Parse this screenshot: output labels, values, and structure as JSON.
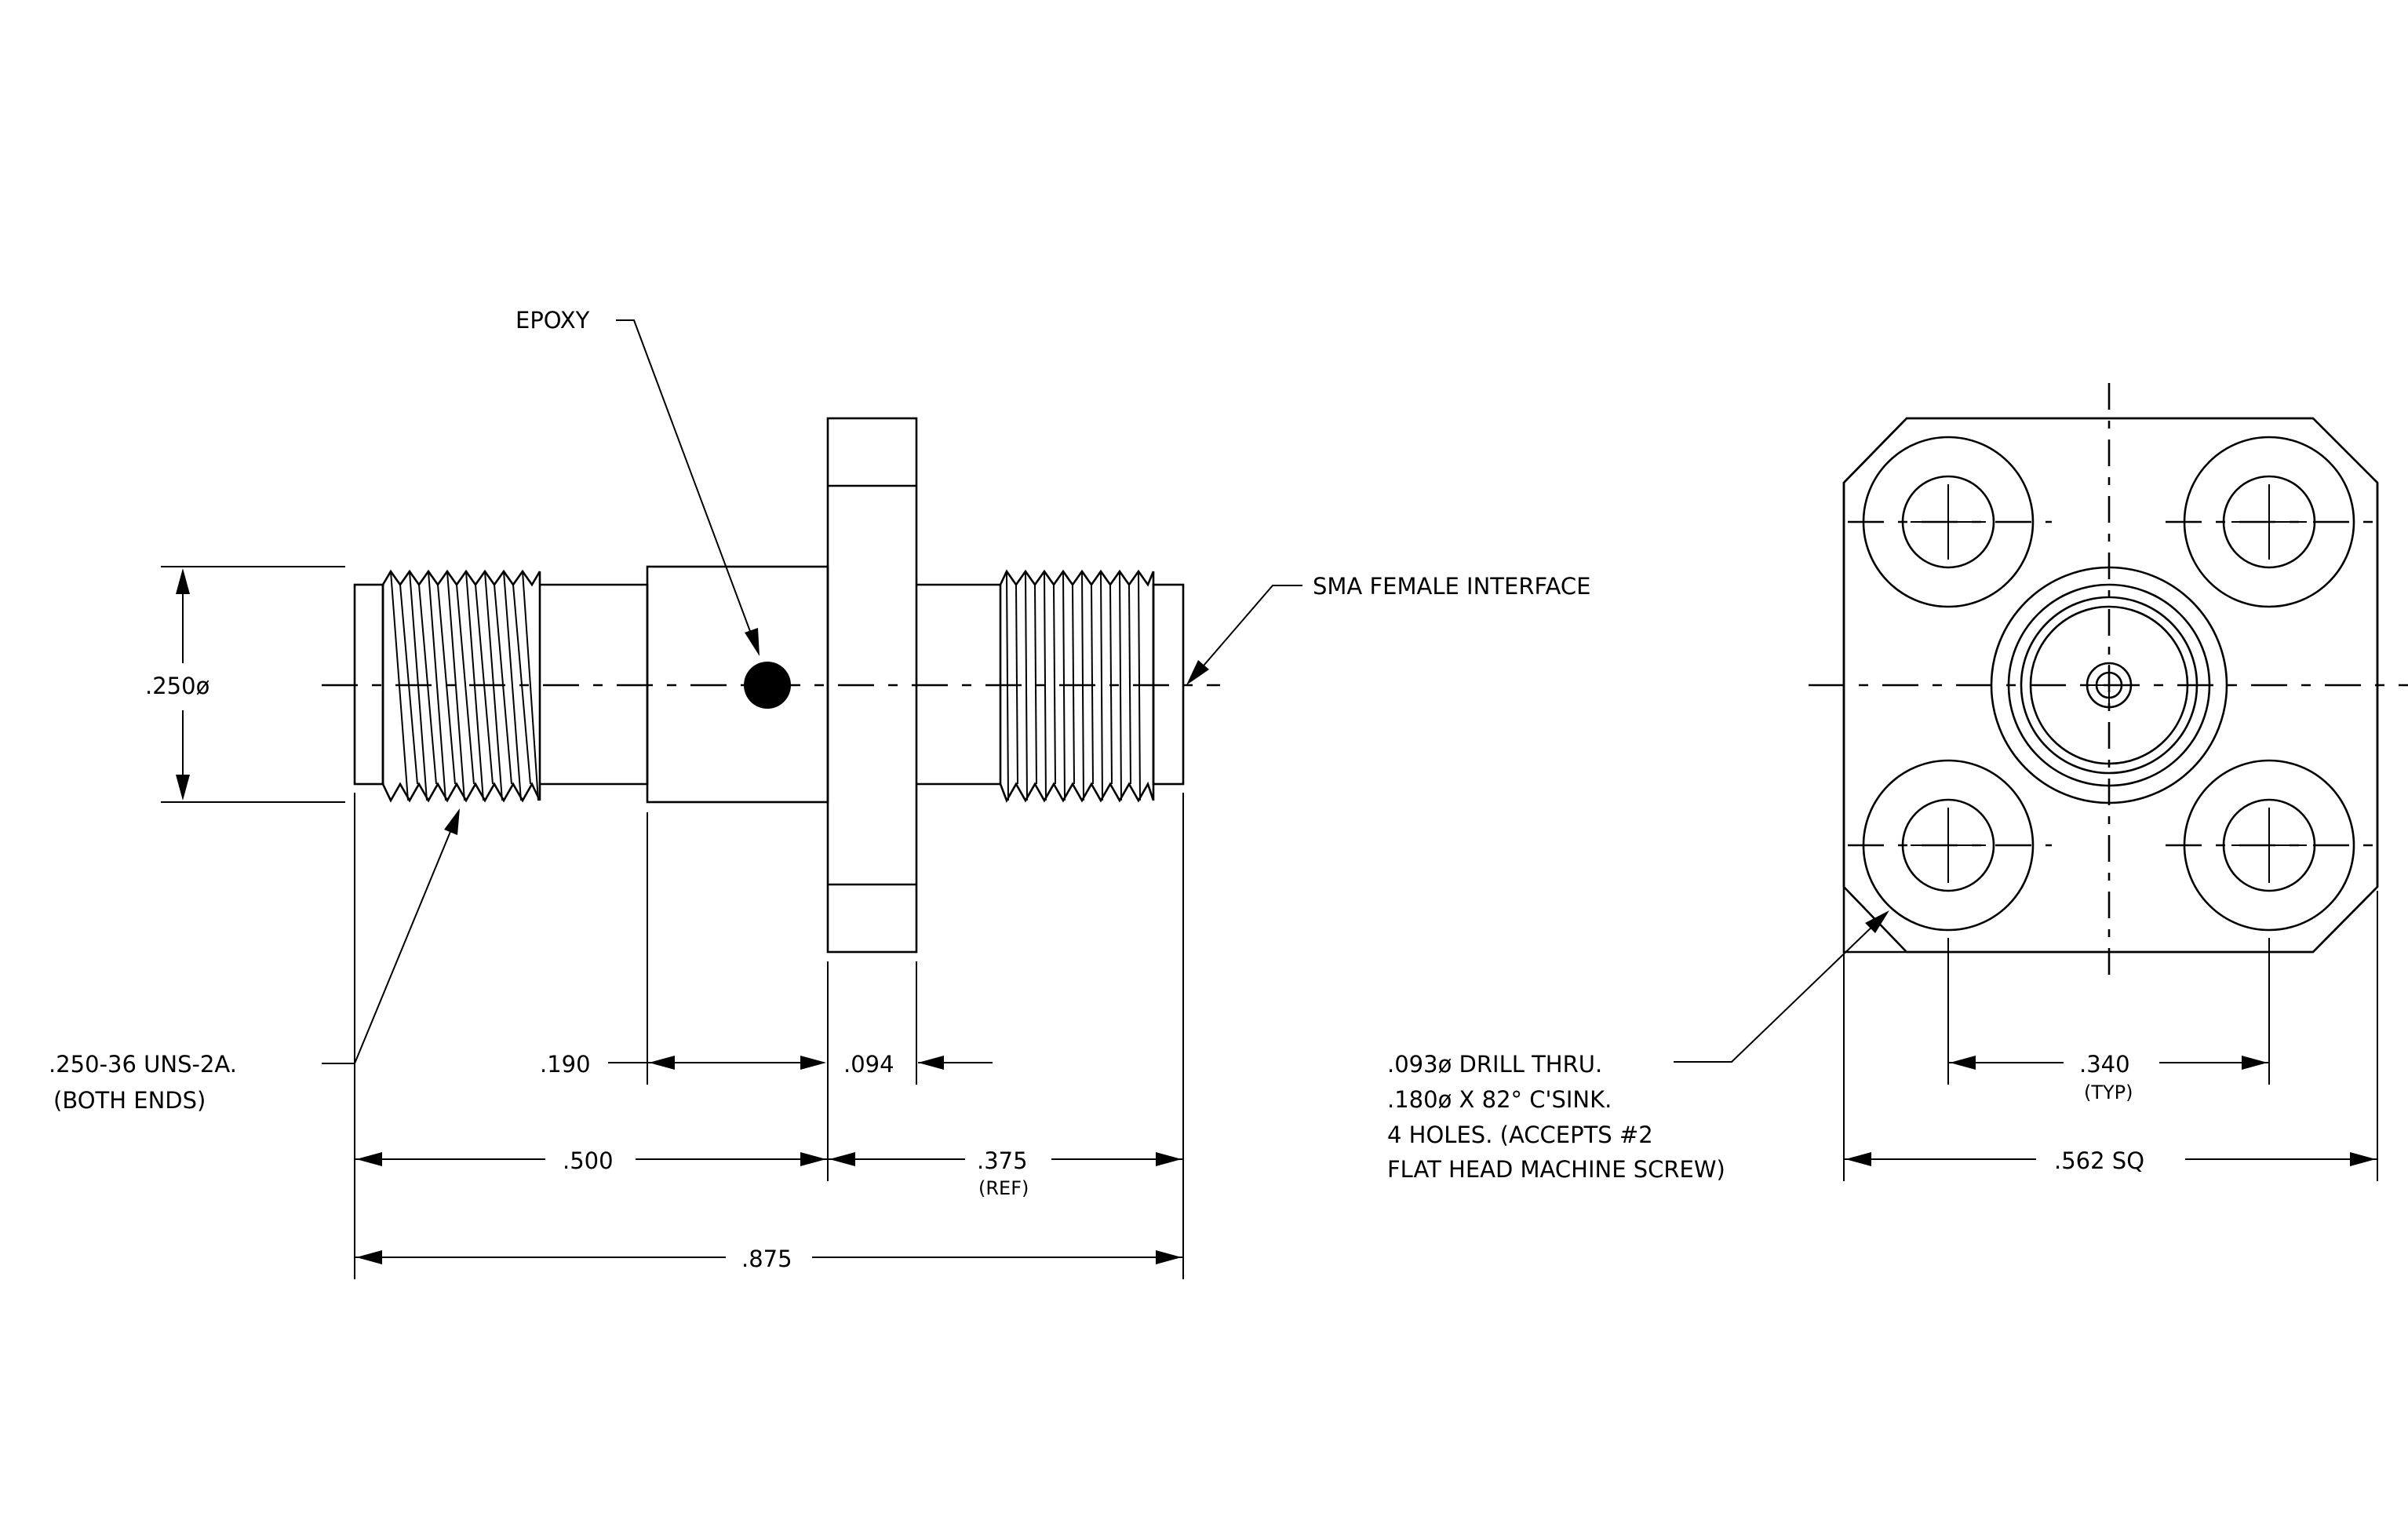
{
  "labels": {
    "epoxy": "EPOXY",
    "sma": "SMA FEMALE INTERFACE",
    "dia": ".250ø",
    "thread1": ".250-36 UNS-2A.",
    "thread2": "(BOTH ENDS)",
    "d190": ".190",
    "d094": ".094",
    "d500": ".500",
    "d375": ".375",
    "ref": "(REF)",
    "d875": ".875",
    "drill1": ".093ø DRILL THRU.",
    "drill2": ".180ø X 82° C'SINK.",
    "drill3": "4 HOLES. (ACCEPTS #2",
    "drill4": "FLAT HEAD MACHINE SCREW)",
    "d340": ".340",
    "typ": "(TYP)",
    "d562": ".562 SQ"
  }
}
